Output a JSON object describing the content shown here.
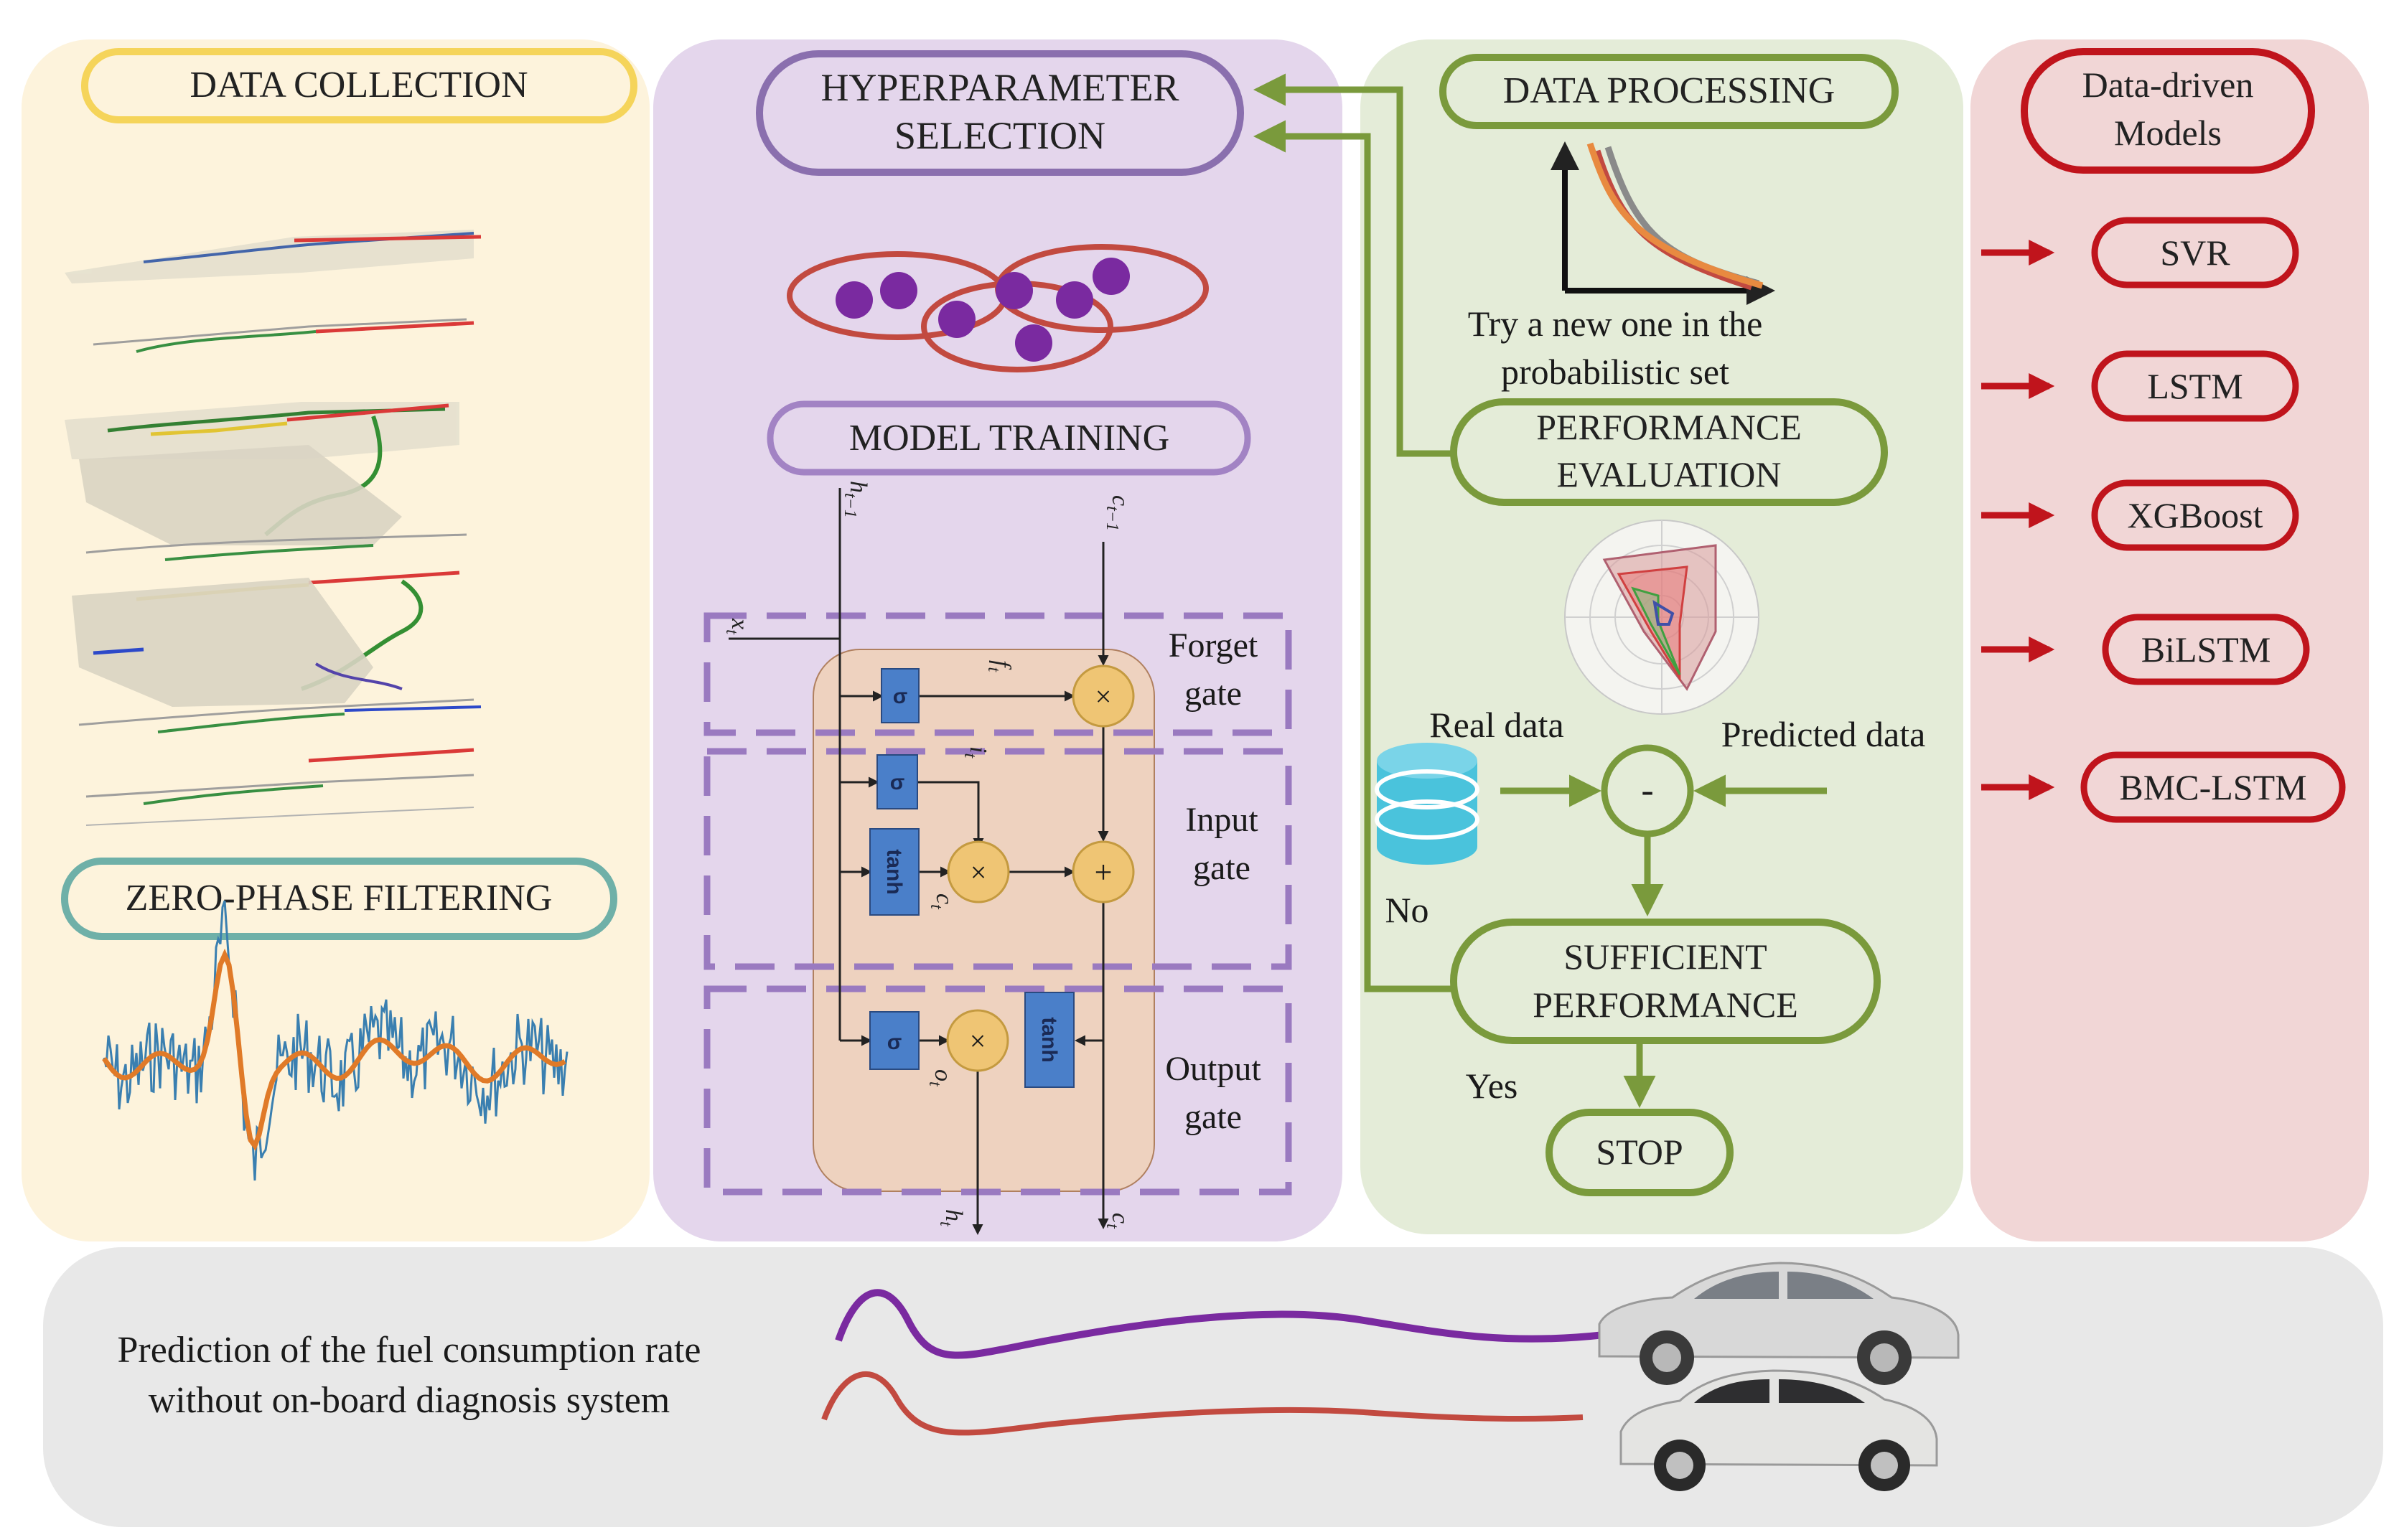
{
  "colors": {
    "panel_collection": "#fdf3dc",
    "panel_hyper": "#e4d6ec",
    "panel_processing": "#e4ecd8",
    "panel_models": "#f1d6d6",
    "panel_bottom": "#e8e8e8",
    "yellow_pill": "#f5d45a",
    "teal_pill": "#6fb0a8",
    "purple_pill": "#8a6fae",
    "green": "#7a9a3c",
    "red": "#c0141c",
    "lstm_cell": "#eed2bf",
    "sigma_box": "#4a7fc9",
    "gate_circle": "#efc574",
    "purple_line": "#7a2aa0",
    "red_line": "#c24a40",
    "db_cyan": "#4ac3dc"
  },
  "panels": {
    "collection": {
      "title": "DATA COLLECTION",
      "filter_title": "ZERO-PHASE FILTERING"
    },
    "hyper": {
      "title_line1": "HYPERPARAMETER",
      "title_line2": "SELECTION",
      "training_title": "MODEL TRAINING",
      "lstm": {
        "h_prev": "h",
        "h_prev_sub": "t−1",
        "c_prev": "c",
        "c_prev_sub": "t−1",
        "x": "x",
        "x_sub": "t",
        "f": "f",
        "f_sub": "t",
        "i": "i",
        "i_sub": "t",
        "c_tilde": "c",
        "c_tilde_sub": "t",
        "o": "o",
        "o_sub": "t",
        "h_out": "h",
        "h_out_sub": "t",
        "c_out": "c",
        "c_out_sub": "t",
        "sigma": "σ",
        "tanh": "tanh",
        "times": "×",
        "plus": "+",
        "forget_line1": "Forget",
        "forget_line2": "gate",
        "input_line1": "Input",
        "input_line2": "gate",
        "output_line1": "Output",
        "output_line2": "gate"
      }
    },
    "processing": {
      "title": "DATA PROCESSING",
      "try_line1": "Try a new one in the",
      "try_line2": "probabilistic set",
      "perf_line1": "PERFORMANCE",
      "perf_line2": "EVALUATION",
      "real_data": "Real data",
      "predicted_data": "Predicted data",
      "minus": "-",
      "no": "No",
      "yes": "Yes",
      "suff_line1": "SUFFICIENT",
      "suff_line2": "PERFORMANCE",
      "stop": "STOP"
    },
    "models": {
      "title_line1": "Data-driven",
      "title_line2": "Models",
      "items": [
        "SVR",
        "LSTM",
        "XGBoost",
        "BiLSTM",
        "BMC-LSTM"
      ]
    },
    "bottom": {
      "caption_line1": "Prediction of the fuel consumption rate",
      "caption_line2": "without on-board diagnosis system"
    }
  },
  "icons": {
    "map_stack": "layered-road-map-icon",
    "signal": "noisy-signal-icon",
    "clusters": "cluster-ellipses-icon",
    "decay_chart": "decay-curves-icon",
    "radar": "radar-chart-icon",
    "database": "database-icon",
    "car_sedan": "sedan-car-icon",
    "car_suv": "suv-car-icon"
  }
}
